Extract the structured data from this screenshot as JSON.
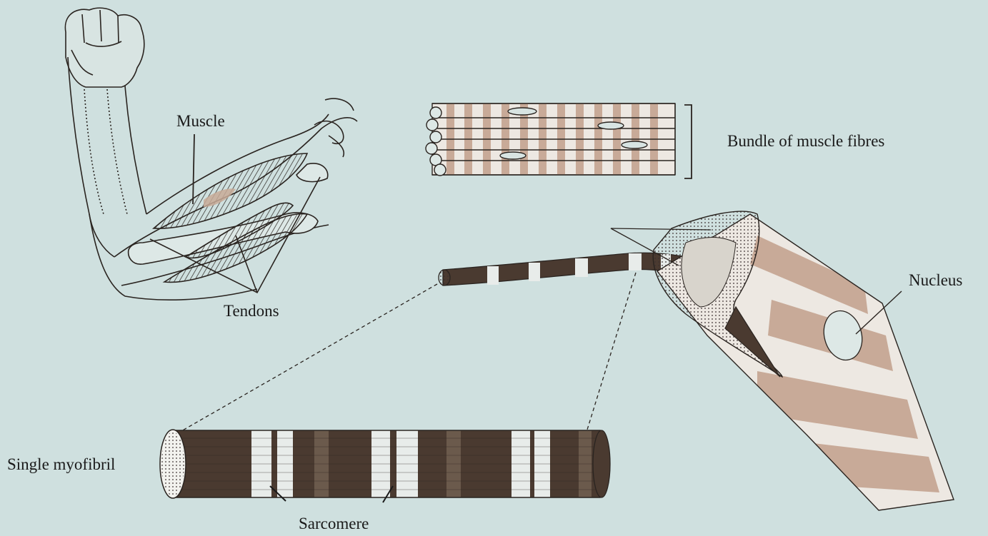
{
  "labels": {
    "muscle": "Muscle",
    "tendons": "Tendons",
    "bundle": "Bundle of muscle fibres",
    "nucleus": "Nucleus",
    "myofibril": "Single myofibril",
    "sarcomere": "Sarcomere"
  },
  "colors": {
    "background": "#cfe0df",
    "ink": "#2a2420",
    "band_light": "#c8aa98",
    "band_dark": "#4a3a30"
  }
}
